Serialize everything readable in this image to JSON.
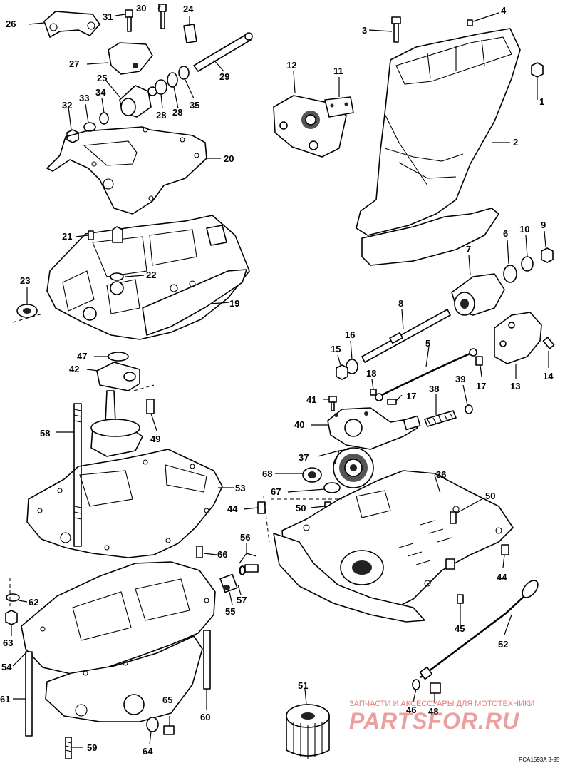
{
  "diagram": {
    "parts": [
      {
        "n": "1"
      },
      {
        "n": "2"
      },
      {
        "n": "3"
      },
      {
        "n": "4"
      },
      {
        "n": "5"
      },
      {
        "n": "6"
      },
      {
        "n": "7"
      },
      {
        "n": "8"
      },
      {
        "n": "9"
      },
      {
        "n": "10"
      },
      {
        "n": "11"
      },
      {
        "n": "12"
      },
      {
        "n": "13"
      },
      {
        "n": "14"
      },
      {
        "n": "15"
      },
      {
        "n": "16"
      },
      {
        "n": "17"
      },
      {
        "n": "17"
      },
      {
        "n": "18"
      },
      {
        "n": "19"
      },
      {
        "n": "20"
      },
      {
        "n": "21"
      },
      {
        "n": "22"
      },
      {
        "n": "23"
      },
      {
        "n": "24"
      },
      {
        "n": "25"
      },
      {
        "n": "26"
      },
      {
        "n": "27"
      },
      {
        "n": "28"
      },
      {
        "n": "28"
      },
      {
        "n": "29"
      },
      {
        "n": "30"
      },
      {
        "n": "31"
      },
      {
        "n": "32"
      },
      {
        "n": "33"
      },
      {
        "n": "34"
      },
      {
        "n": "35"
      },
      {
        "n": "36"
      },
      {
        "n": "37"
      },
      {
        "n": "38"
      },
      {
        "n": "39"
      },
      {
        "n": "40"
      },
      {
        "n": "41"
      },
      {
        "n": "42"
      },
      {
        "n": "44"
      },
      {
        "n": "44"
      },
      {
        "n": "45"
      },
      {
        "n": "46"
      },
      {
        "n": "47"
      },
      {
        "n": "48"
      },
      {
        "n": "49"
      },
      {
        "n": "50"
      },
      {
        "n": "50"
      },
      {
        "n": "51"
      },
      {
        "n": "52"
      },
      {
        "n": "53"
      },
      {
        "n": "54"
      },
      {
        "n": "55"
      },
      {
        "n": "56"
      },
      {
        "n": "57"
      },
      {
        "n": "58"
      },
      {
        "n": "59"
      },
      {
        "n": "60"
      },
      {
        "n": "61"
      },
      {
        "n": "62"
      },
      {
        "n": "63"
      },
      {
        "n": "64"
      },
      {
        "n": "65"
      },
      {
        "n": "66"
      },
      {
        "n": "67"
      },
      {
        "n": "68"
      }
    ],
    "figure_code": "PCA1593A  3-95",
    "watermark": {
      "tagline": "ЗАПЧАСТИ И АКСЕССУАРЫ ДЛЯ МОТОТЕХНИКИ",
      "logo": "PARTSFOR.RU",
      "color": "#d9534f"
    }
  }
}
